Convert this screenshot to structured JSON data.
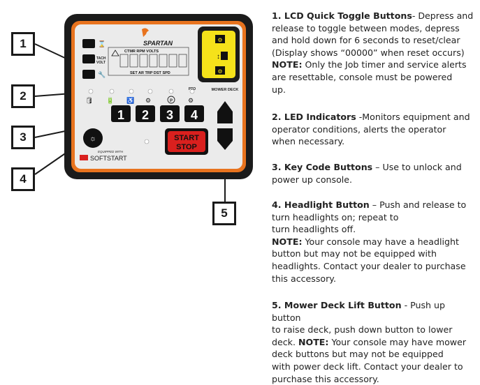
{
  "console": {
    "brand": "SPARTAN",
    "lcd_header": "CTMR RPM VOLTS",
    "lcd_footer": "SET AR TRP DST SPD",
    "tach_label": "TACH\nVOLT",
    "pto_label": "PTO",
    "mower_deck_label": "MOWER DECK",
    "key_buttons": [
      "1",
      "2",
      "3",
      "4"
    ],
    "start_stop": [
      "START",
      "STOP"
    ],
    "equipped_with": "EQUIPPED WITH",
    "softstart": "SOFTSTART",
    "accent_orange": "#e8731e",
    "toggle_yellow": "#f5e21a",
    "start_red": "#d9201e"
  },
  "callouts": [
    "1",
    "2",
    "3",
    "4",
    "5"
  ],
  "descriptions": [
    {
      "heading": "1. LCD Quick Toggle Buttons",
      "body_lines": [
        "- Depress and",
        "release to toggle between modes, depress",
        "and hold down for 6 seconds to reset/clear",
        "(Display shows “00000” when reset occurs)"
      ],
      "note_label": "NOTE:",
      "note_lines": [
        " Only the Job timer and service alerts",
        "are resettable, console must be powered",
        "up."
      ]
    },
    {
      "heading": "2. LED Indicators",
      "body_lines": [
        " -Monitors equipment and",
        "operator conditions, alerts the operator",
        "when necessary."
      ]
    },
    {
      "heading": "3. Key Code Buttons",
      "body_lines": [
        " – Use to unlock and",
        "power up console."
      ]
    },
    {
      "heading": "4. Headlight Button",
      "body_lines": [
        " – Push and release to",
        "turn headlights on; repeat to",
        "turn headlights off."
      ],
      "note_label": "NOTE:",
      "note_lines": [
        " Your console may have a headlight",
        "button but may not be equipped with",
        "headlights. Contact your dealer to purchase",
        "this accessory."
      ]
    },
    {
      "heading": "5. Mower Deck Lift Button",
      "body_lines": [
        " - Push up button",
        "to raise deck, push down button to lower",
        "deck.  "
      ],
      "note_label": "NOTE:",
      "note_lines": [
        " Your console may have mower",
        "deck buttons but may not be equipped",
        "with power deck lift. Contact your dealer to",
        "purchase this accessory."
      ]
    }
  ]
}
